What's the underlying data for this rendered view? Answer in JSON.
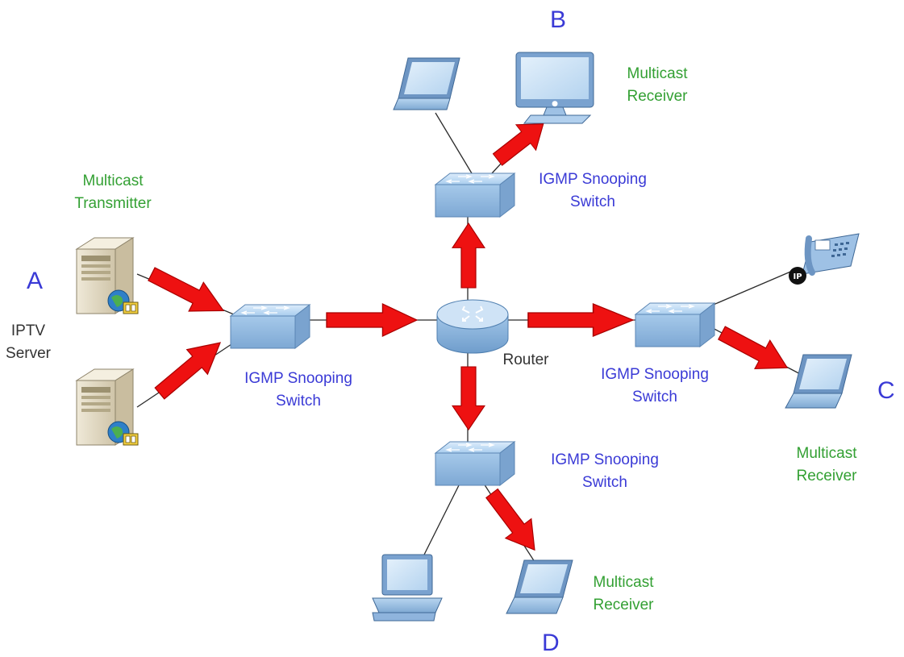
{
  "colors": {
    "label_blue": "#3a3ad6",
    "label_green": "#33a033",
    "label_dark": "#333333",
    "arrow_red": "#ee1111",
    "device_blue": "#9ec4e6"
  },
  "nodes": {
    "A": {
      "letter": "A",
      "role": [
        "Multicast",
        "Transmitter"
      ],
      "name": [
        "IPTV",
        "Server"
      ]
    },
    "B": {
      "letter": "B",
      "role": [
        "Multicast",
        "Receiver"
      ]
    },
    "C": {
      "letter": "C",
      "role": [
        "Multicast",
        "Receiver"
      ]
    },
    "D": {
      "letter": "D",
      "role": [
        "Multicast",
        "Receiver"
      ]
    }
  },
  "switches": {
    "left": [
      "IGMP Snooping",
      "Switch"
    ],
    "top": [
      "IGMP Snooping",
      "Switch"
    ],
    "right": [
      "IGMP Snooping",
      "Switch"
    ],
    "bottom": [
      "IGMP Snooping",
      "Switch"
    ]
  },
  "router": {
    "label": "Router"
  },
  "icons": [
    "server-icon",
    "switch-icon",
    "router-icon",
    "laptop-icon",
    "desktop-icon",
    "imac-icon",
    "ip-phone-icon"
  ]
}
